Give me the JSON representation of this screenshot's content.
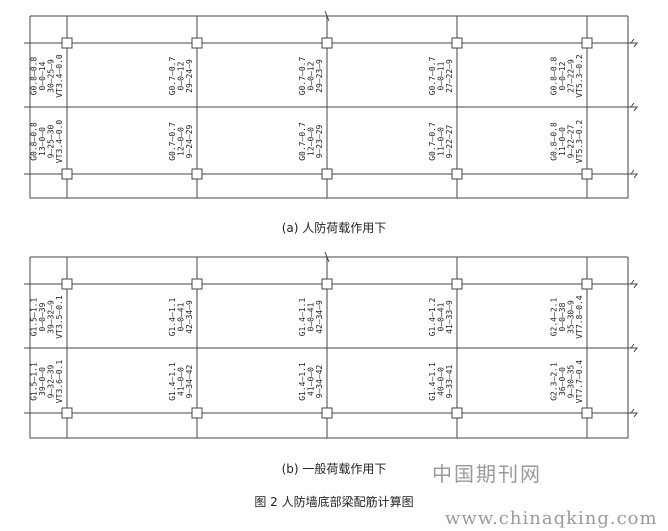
{
  "panels": [
    {
      "caption": "(a) 人防荷载作用下",
      "columns": [
        {
          "top": [
            "G0.8–0.8",
            "0–0–14",
            "30–25–9",
            "VT3.4–0.0"
          ],
          "bottom": [
            "G0.8–0.8",
            "13–0–0",
            "9–25–30",
            "VT3.4–0.0"
          ]
        },
        {
          "top": [
            "G0.7–0.7",
            "0–0–12",
            "29–24–9"
          ],
          "bottom": [
            "G0.7–0.7",
            "12–0–0",
            "9–24–29"
          ]
        },
        {
          "top": [
            "G0.7–0.7",
            "0–0–12",
            "29–23–9"
          ],
          "bottom": [
            "G0.7–0.7",
            "12–0–0",
            "9–23–29"
          ]
        },
        {
          "top": [
            "G0.7–0.7",
            "0–0–11",
            "27–22–9"
          ],
          "bottom": [
            "G0.7–0.7",
            "11–0–0",
            "9–22–27"
          ]
        },
        {
          "top": [
            "G0.8–0.8",
            "0–0–12",
            "27–22–9",
            "VT5.3–0.2"
          ],
          "bottom": [
            "G0.8–0.8",
            "11–0–0",
            "9–22–27",
            "VT5.3–0.2"
          ]
        }
      ]
    },
    {
      "caption": "(b) 一般荷载作用下",
      "columns": [
        {
          "top": [
            "G1.5–1.1",
            "0–0–39",
            "39–32–9",
            "VT3.5–0.1"
          ],
          "bottom": [
            "G1.5–1.1",
            "39–0–0",
            "9–32–39",
            "VT3.6–0.1"
          ]
        },
        {
          "top": [
            "G1.4–1.1",
            "0–0–41",
            "42–34–9"
          ],
          "bottom": [
            "G1.4–1.1",
            "41–0–0",
            "9–34–42"
          ]
        },
        {
          "top": [
            "G1.4–1.1",
            "0–0–41",
            "42–34–9"
          ],
          "bottom": [
            "G1.4–1.1",
            "41–0–0",
            "9–34–42"
          ]
        },
        {
          "top": [
            "G1.4–1.2",
            "0–0–41",
            "41–33–9"
          ],
          "bottom": [
            "G1.4–1.1",
            "40–0–0",
            "9–33–41"
          ]
        },
        {
          "top": [
            "G2.4–2.1",
            "0–0–38",
            "35–30–9",
            "VT7.8–0.4"
          ],
          "bottom": [
            "G2.3–2.1",
            "36–0–0",
            "9–30–35",
            "VT7.7–0.4"
          ]
        }
      ]
    }
  ],
  "figure_title": "图 2 人防墙底部梁配筋计算图",
  "watermark": {
    "line1": "中国期刊网",
    "line2": "www.chinaqking.com"
  },
  "colors": {
    "line": "#444444",
    "text": "#222222",
    "watermark": "#9a9a9a"
  }
}
